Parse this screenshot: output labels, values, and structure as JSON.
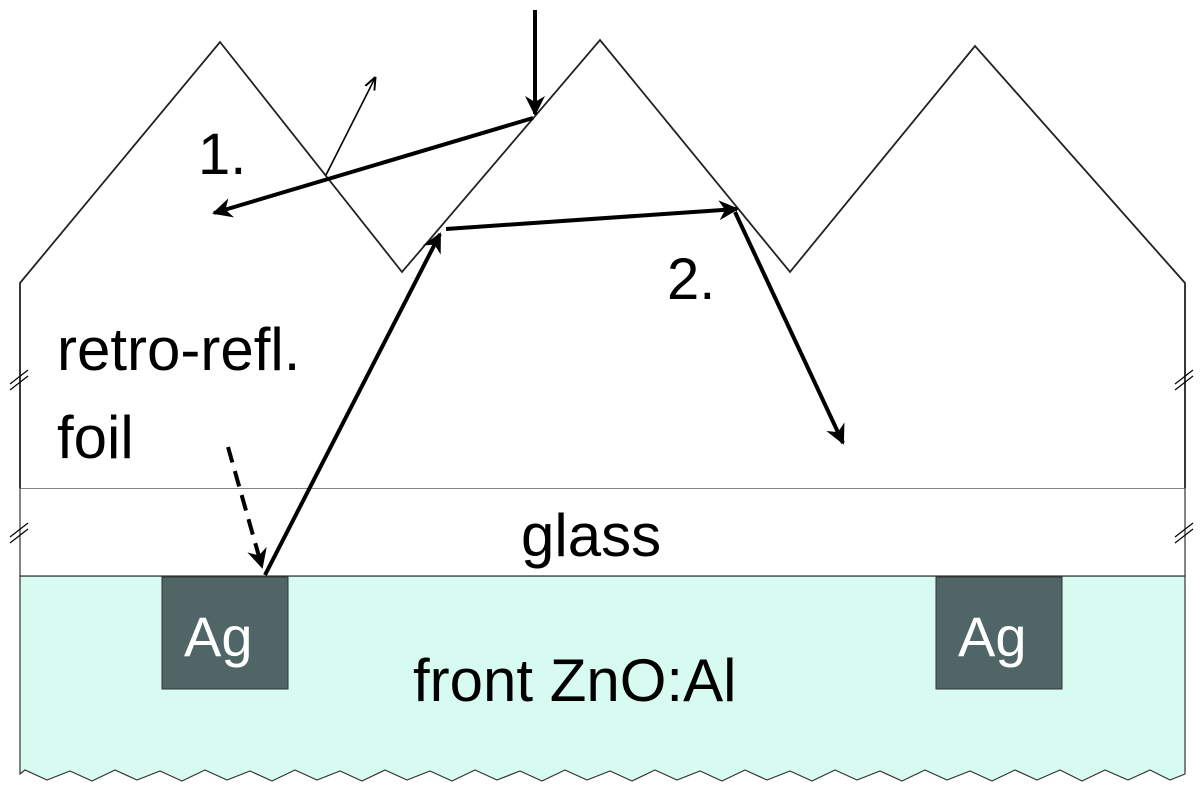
{
  "labels": {
    "ray_1": "1.",
    "ray_2": "2.",
    "foil_line1": "retro-refl.",
    "foil_line2": "foil",
    "glass": "glass",
    "contact_left": "Ag",
    "contact_right": "Ag",
    "front_layer": "front ZnO:Al"
  },
  "colors": {
    "zno_fill": "#d7fbf1",
    "ag_fill": "#506666",
    "line": "#000000",
    "background": "#ffffff"
  }
}
